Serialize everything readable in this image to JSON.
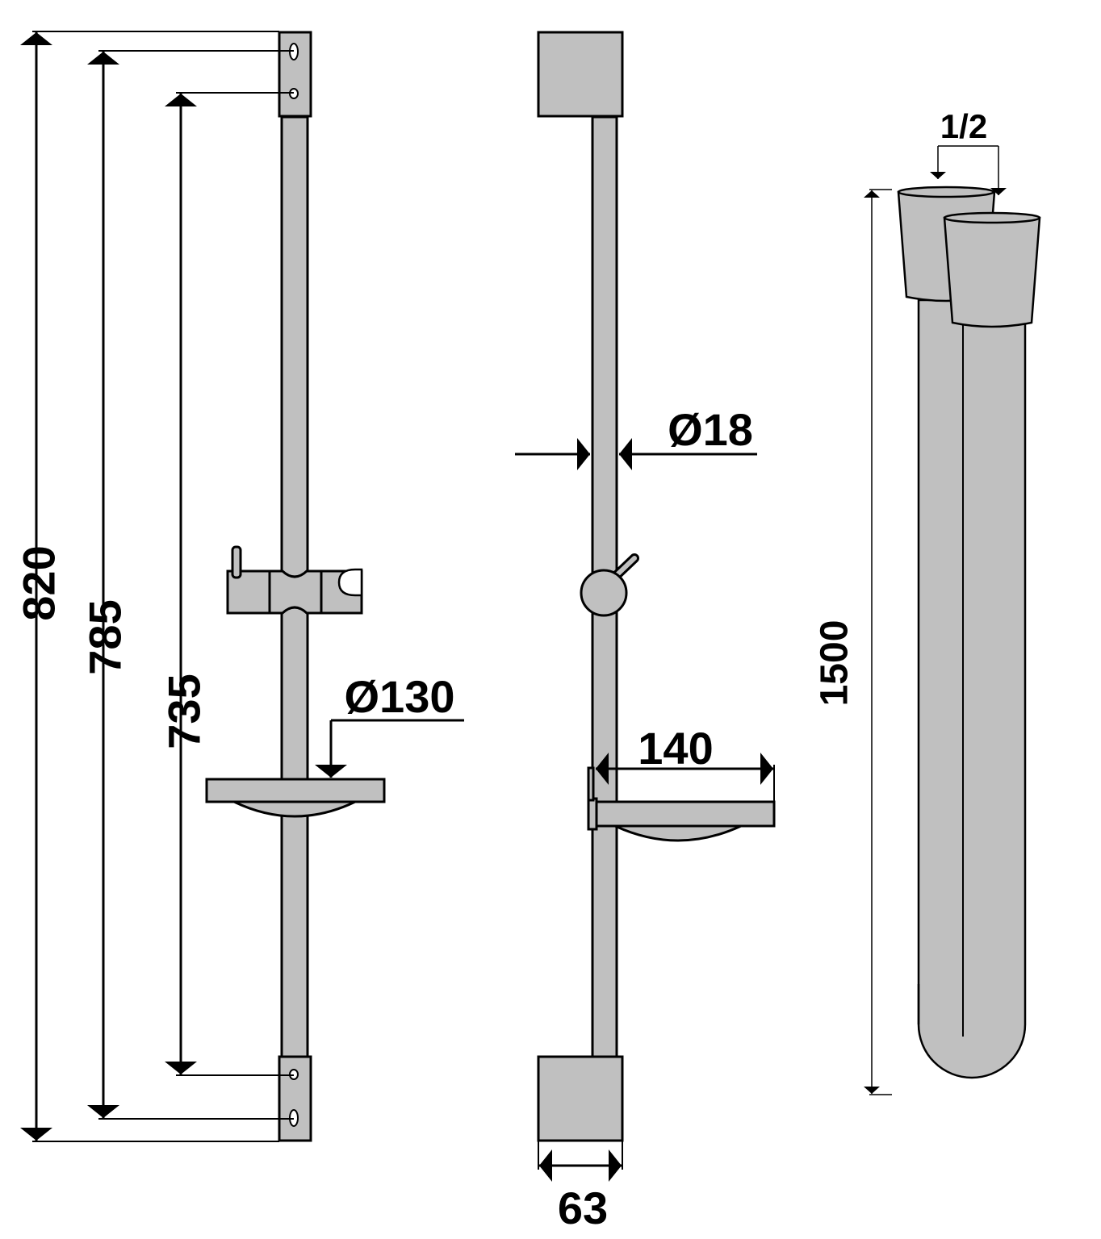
{
  "dimensions": {
    "total_height": "820",
    "mount_outer": "785",
    "mount_inner": "735",
    "dish_diameter": "Ø130",
    "rail_diameter": "Ø18",
    "dish_projection": "140",
    "bracket_depth": "63",
    "hose_length": "1500",
    "hose_thread": "1/2"
  },
  "colors": {
    "part_fill": "#c0c0c0",
    "line": "#000000",
    "background": "#ffffff"
  }
}
